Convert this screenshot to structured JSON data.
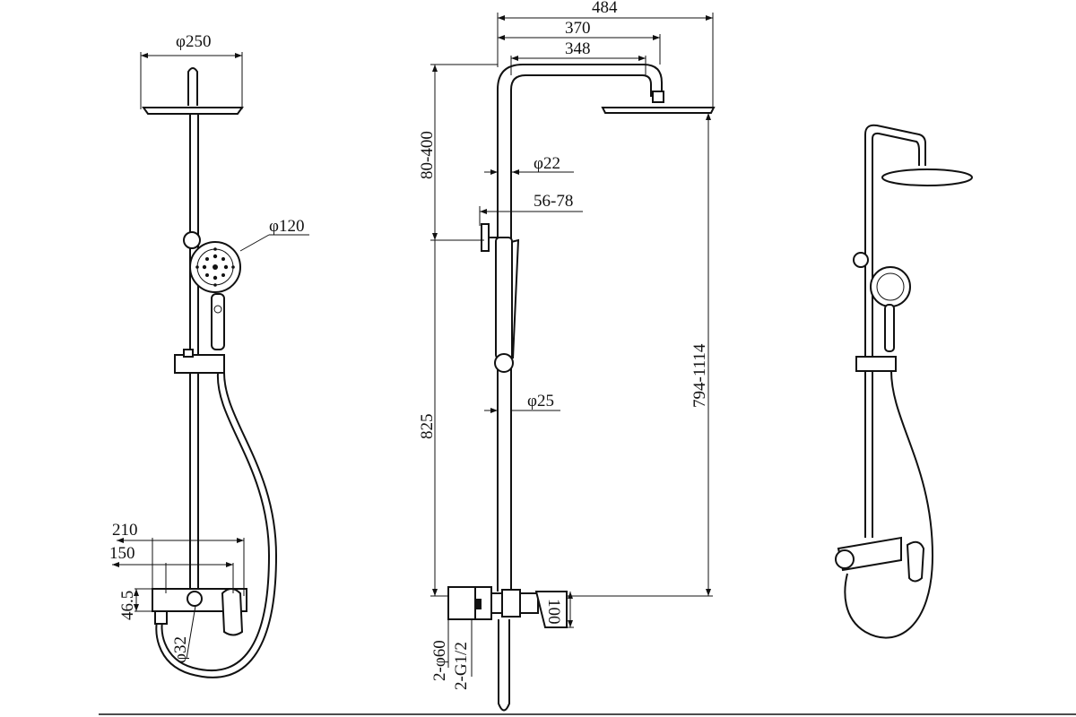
{
  "front_view": {
    "dim_head_diameter": "φ250",
    "dim_hand_shower_diameter": "φ120",
    "dim_width_outer": "210",
    "dim_width_inner": "150",
    "dim_mixer_height": "46.5",
    "dim_knob_diameter": "φ32"
  },
  "side_view": {
    "dim_total_reach": "484",
    "dim_arm_reach": "370",
    "dim_arm_inner": "348",
    "dim_top_adjust": "80-400",
    "dim_upper_pipe_diameter": "φ22",
    "dim_wall_offset": "56-78",
    "dim_lower_pipe_diameter": "φ25",
    "dim_lower_height": "825",
    "dim_total_height": "794-1114",
    "dim_mixer_depth": "100",
    "dim_flange": "2-φ60",
    "dim_thread": "2-G1/2"
  }
}
